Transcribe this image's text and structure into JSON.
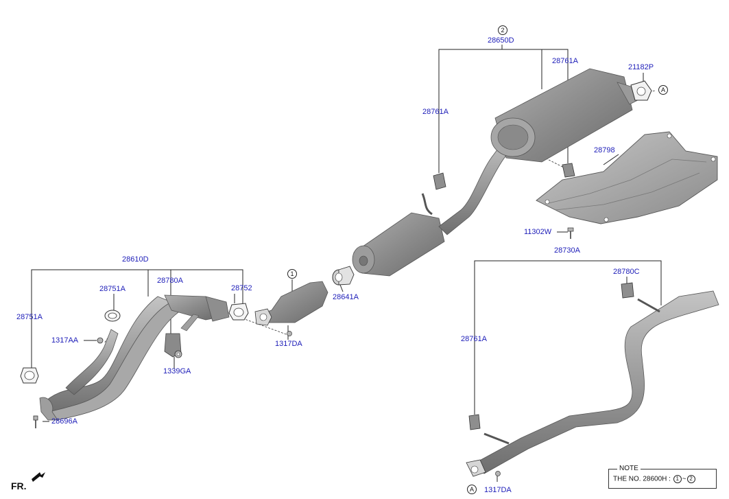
{
  "labels": {
    "p28610D": "28610D",
    "p28751A_left": "28751A",
    "p28751A_mid": "28751A",
    "p28780A": "28780A",
    "p28752": "28752",
    "p1317AA": "1317AA",
    "p1339GA": "1339GA",
    "p28696A": "28696A",
    "p1317DA_mid": "1317DA",
    "p28641A": "28641A",
    "p28650D": "28650D",
    "p28761A_top_left": "28761A",
    "p28761A_top_right": "28761A",
    "p21182P": "21182P",
    "p28798": "28798",
    "p11302W": "11302W",
    "p28730A": "28730A",
    "p28780C": "28780C",
    "p28761A_lower": "28761A",
    "p1317DA_bottom": "1317DA"
  },
  "markers": {
    "callout_1": "1",
    "callout_2": "2",
    "ref_A_top": "A",
    "ref_A_bottom": "A"
  },
  "note": {
    "title": "NOTE",
    "prefix": "THE NO. 28600H :",
    "from": "1",
    "sep": "~",
    "to": "2"
  },
  "direction": {
    "label": "FR."
  },
  "colors": {
    "part_number": "#1c1cb8",
    "part_fill": "#9a9a9a",
    "part_stroke": "#555555",
    "leader_line": "#222222"
  }
}
